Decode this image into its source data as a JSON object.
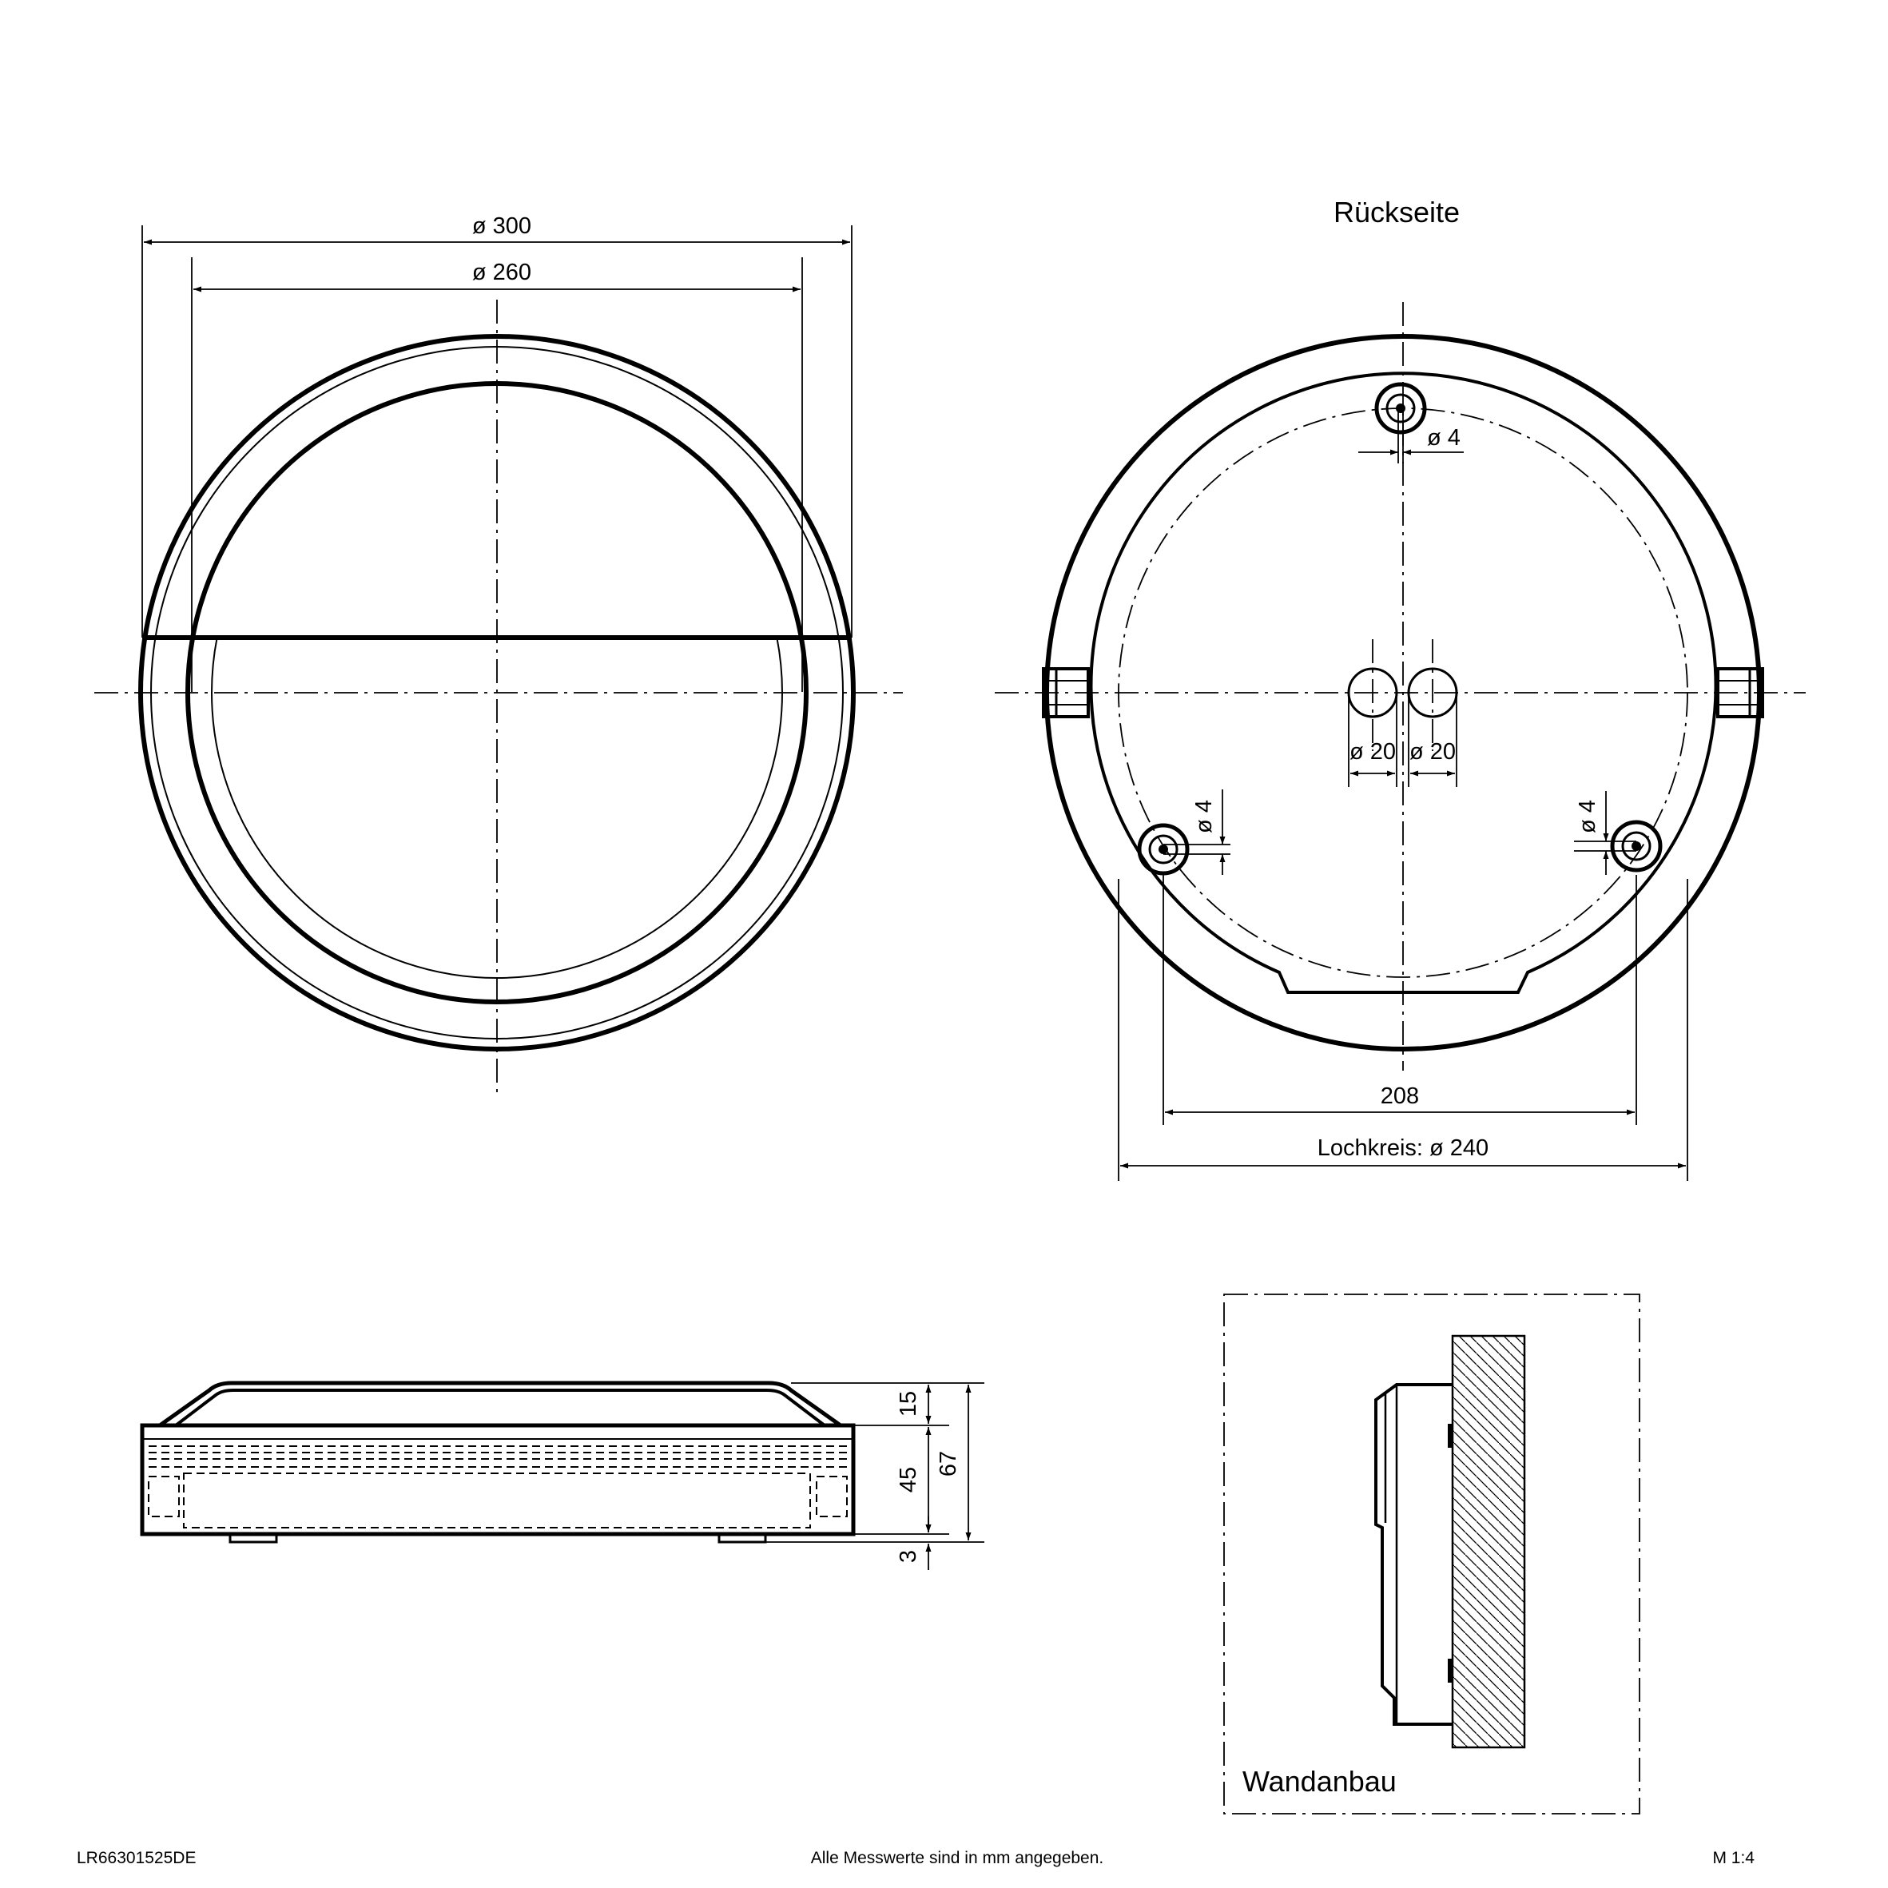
{
  "front_view": {
    "dim_outer": "ø 300",
    "dim_inner": "ø 260"
  },
  "back_view": {
    "title": "Rückseite",
    "hole_top": "ø 4",
    "hole_left": "ø 4",
    "hole_right": "ø 4",
    "cable_left": "ø 20",
    "cable_right": "ø 20",
    "dim_spacing": "208",
    "dim_circle": "Lochkreis: ø 240"
  },
  "side_view": {
    "dim_top": "15",
    "dim_body": "45",
    "dim_total": "67",
    "dim_foot": "3"
  },
  "mount_view": {
    "label": "Wandanbau"
  },
  "footer": {
    "code": "LR66301525DE",
    "note": "Alle Messwerte sind in mm angegeben.",
    "scale": "M 1:4"
  }
}
